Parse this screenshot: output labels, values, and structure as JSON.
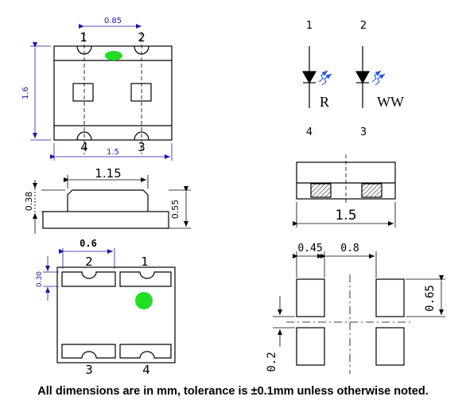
{
  "colors": {
    "line": "#000000",
    "dimension_blue": "#1a1aa8",
    "led_green": "#22dd22",
    "emission_blue": "#2255dd"
  },
  "top_view": {
    "dim_width_top": "0.85",
    "dim_height": "1.6",
    "dim_width_bottom": "1.5",
    "pin_top_left": "1",
    "pin_top_right": "2",
    "pin_bottom_left": "4",
    "pin_bottom_right": "3"
  },
  "side_view": {
    "dim_top_width": "1.15",
    "dim_body_height": "0.38",
    "dim_total_height": "0.55"
  },
  "bottom_view": {
    "dim_pad_width": "0.6",
    "dim_pad_height": "0.30",
    "pin_top_left": "2",
    "pin_top_right": "1",
    "pin_bottom_left": "3",
    "pin_bottom_right": "4"
  },
  "schematic": {
    "pin_left_top": "1",
    "pin_right_top": "2",
    "pin_left_bottom": "4",
    "pin_right_bottom": "3",
    "label_left": "R",
    "label_right": "WW"
  },
  "end_view": {
    "dim_width": "1.5"
  },
  "footprint": {
    "dim_pad_width": "0.45",
    "dim_pad_gap": "0.8",
    "dim_pad_height": "0.65",
    "dim_pad_spacing": "0.2"
  },
  "footer_note": "All dimensions are in mm, tolerance is ±0.1mm unless otherwise noted."
}
